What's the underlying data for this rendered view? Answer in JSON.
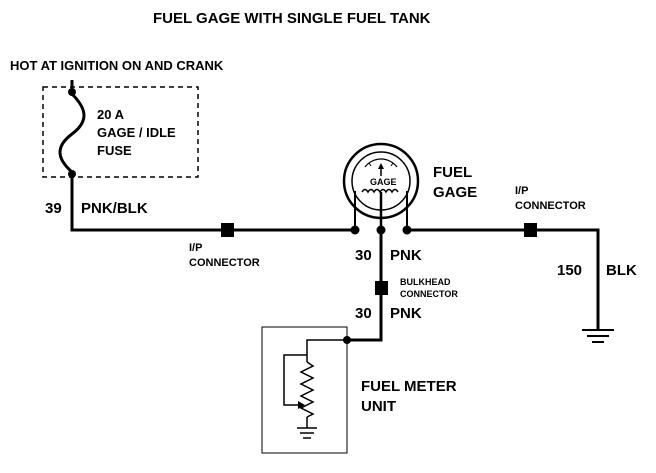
{
  "title": "FUEL GAGE WITH SINGLE FUEL TANK",
  "power_label": "HOT AT IGNITION ON AND CRANK",
  "fuse": {
    "line1": "20 A",
    "line2": "GAGE / IDLE",
    "line3": "FUSE"
  },
  "wires": {
    "circuit_39": "39",
    "color_39": "PNK/BLK",
    "circuit_30_upper": "30",
    "color_30_upper": "PNK",
    "circuit_30_lower": "30",
    "color_30_lower": "PNK",
    "circuit_150": "150",
    "color_150": "BLK"
  },
  "connectors": {
    "ip_left_line1": "I/P",
    "ip_left_line2": "CONNECTOR",
    "ip_right_line1": "I/P",
    "ip_right_line2": "CONNECTOR",
    "bulkhead_line1": "BULKHEAD",
    "bulkhead_line2": "CONNECTOR"
  },
  "gage": {
    "face_label": "GAGE",
    "name_line1": "FUEL",
    "name_line2": "GAGE"
  },
  "meter_unit": {
    "line1": "FUEL METER",
    "line2": "UNIT"
  }
}
